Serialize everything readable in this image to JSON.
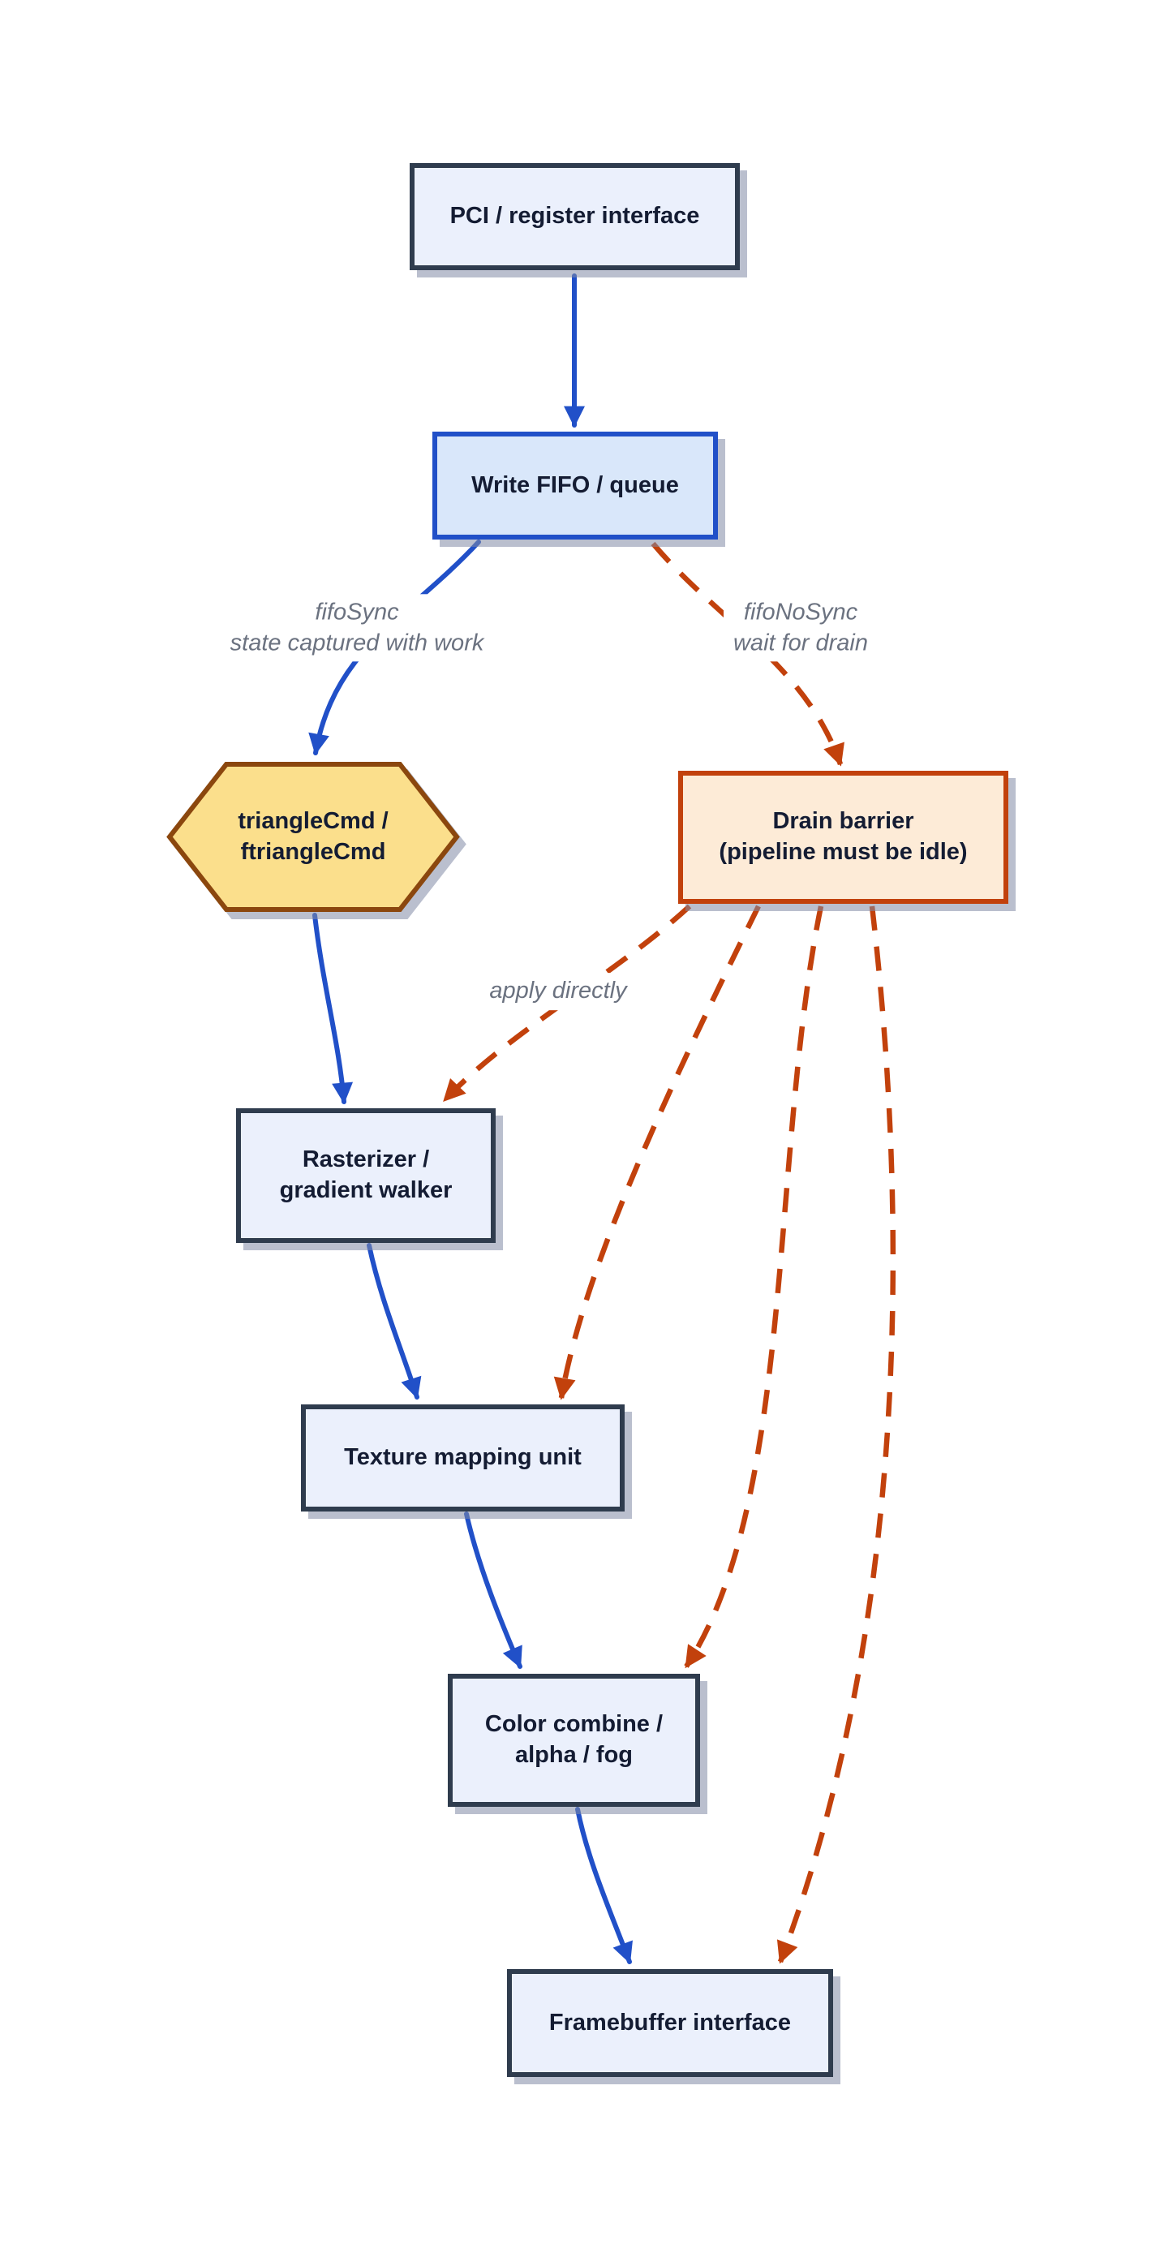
{
  "diagram": {
    "type": "flowchart",
    "background": "#ffffff",
    "colors": {
      "node_fill": "#EBF0FC",
      "node_border": "#2F3C4E",
      "node_text": "#141C33",
      "fifo_fill": "#D9E7FA",
      "fifo_border": "#2150C8",
      "hex_fill": "#FBDF8C",
      "hex_border": "#8B470E",
      "drain_fill": "#FDEBD7",
      "drain_border": "#C2410C",
      "blue_edge": "#2150C8",
      "orange_edge": "#C2410C",
      "edge_label_text": "#6B7280",
      "shadow": "rgba(130,138,165,0.55)"
    },
    "nodes": {
      "pci": {
        "shape": "rect",
        "lines": [
          "PCI / register interface"
        ]
      },
      "fifo": {
        "shape": "rect",
        "lines": [
          "Write FIFO / queue"
        ]
      },
      "triangle": {
        "shape": "hexagon",
        "lines": [
          "triangleCmd /",
          "ftriangleCmd"
        ]
      },
      "drain": {
        "shape": "rect",
        "lines": [
          "Drain barrier",
          "(pipeline must be idle)"
        ]
      },
      "rasterizer": {
        "shape": "rect",
        "lines": [
          "Rasterizer /",
          "gradient walker"
        ]
      },
      "texture": {
        "shape": "rect",
        "lines": [
          "Texture mapping unit"
        ]
      },
      "colorcombine": {
        "shape": "rect",
        "lines": [
          "Color combine /",
          "alpha / fog"
        ]
      },
      "framebuffer": {
        "shape": "rect",
        "lines": [
          "Framebuffer interface"
        ]
      }
    },
    "edge_labels": {
      "fifosync": {
        "lines": [
          "fifoSync",
          "state captured with work"
        ]
      },
      "fifonosync": {
        "lines": [
          "fifoNoSync",
          "wait for drain"
        ]
      },
      "applydirectly": {
        "lines": [
          "apply directly"
        ]
      }
    },
    "edges": [
      {
        "from": "pci",
        "to": "fifo",
        "style": "solid",
        "color": "blue"
      },
      {
        "from": "fifo",
        "to": "triangle",
        "style": "solid",
        "color": "blue",
        "label": "fifoSync / state captured with work"
      },
      {
        "from": "fifo",
        "to": "drain",
        "style": "dashed",
        "color": "orange",
        "label": "fifoNoSync / wait for drain"
      },
      {
        "from": "triangle",
        "to": "rasterizer",
        "style": "solid",
        "color": "blue"
      },
      {
        "from": "drain",
        "to": "rasterizer",
        "style": "dashed",
        "color": "orange",
        "label": "apply directly"
      },
      {
        "from": "drain",
        "to": "texture",
        "style": "dashed",
        "color": "orange"
      },
      {
        "from": "drain",
        "to": "colorcombine",
        "style": "dashed",
        "color": "orange"
      },
      {
        "from": "drain",
        "to": "framebuffer",
        "style": "dashed",
        "color": "orange"
      },
      {
        "from": "rasterizer",
        "to": "texture",
        "style": "solid",
        "color": "blue"
      },
      {
        "from": "texture",
        "to": "colorcombine",
        "style": "solid",
        "color": "blue"
      },
      {
        "from": "colorcombine",
        "to": "framebuffer",
        "style": "solid",
        "color": "blue"
      }
    ]
  }
}
